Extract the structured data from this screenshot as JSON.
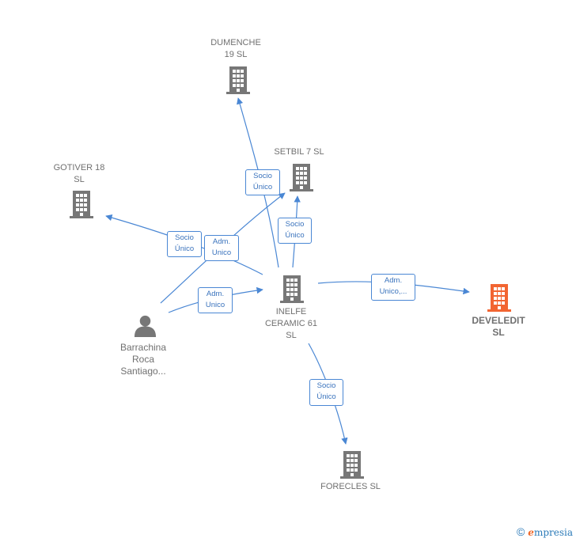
{
  "colors": {
    "company": "#777777",
    "highlight": "#f26532",
    "person": "#777777",
    "edge": "#4a87d4"
  },
  "nodes": [
    {
      "id": "dumenche",
      "icon": "building-icon",
      "label": "DUMENCHE\n19  SL"
    },
    {
      "id": "setbil",
      "icon": "building-icon",
      "label": "SETBIL 7  SL"
    },
    {
      "id": "gotiver",
      "icon": "building-icon",
      "label": "GOTIVER 18\nSL"
    },
    {
      "id": "inelfe",
      "icon": "building-icon",
      "label": "INELFE\nCERAMIC 61\nSL"
    },
    {
      "id": "develedit",
      "icon": "building-icon",
      "label": "DEVELEDIT\nSL"
    },
    {
      "id": "barrachina",
      "icon": "person-icon",
      "label": "Barrachina\nRoca\nSantiago..."
    },
    {
      "id": "forecles",
      "icon": "building-icon",
      "label": "FORECLES  SL"
    }
  ],
  "edges": [
    {
      "id": "e1",
      "label": "Socio\nÚnico"
    },
    {
      "id": "e2",
      "label": "Socio\nÚnico"
    },
    {
      "id": "e3",
      "label": "Socio\nÚnico"
    },
    {
      "id": "e4",
      "label": "Adm.\nUnico"
    },
    {
      "id": "e5",
      "label": "Adm.\nUnico"
    },
    {
      "id": "e6",
      "label": "Adm.\nUnico,..."
    },
    {
      "id": "e7",
      "label": "Socio\nÚnico"
    }
  ],
  "footer": {
    "copyright": "©",
    "brand_first": "e",
    "brand_rest": "mpresia"
  }
}
